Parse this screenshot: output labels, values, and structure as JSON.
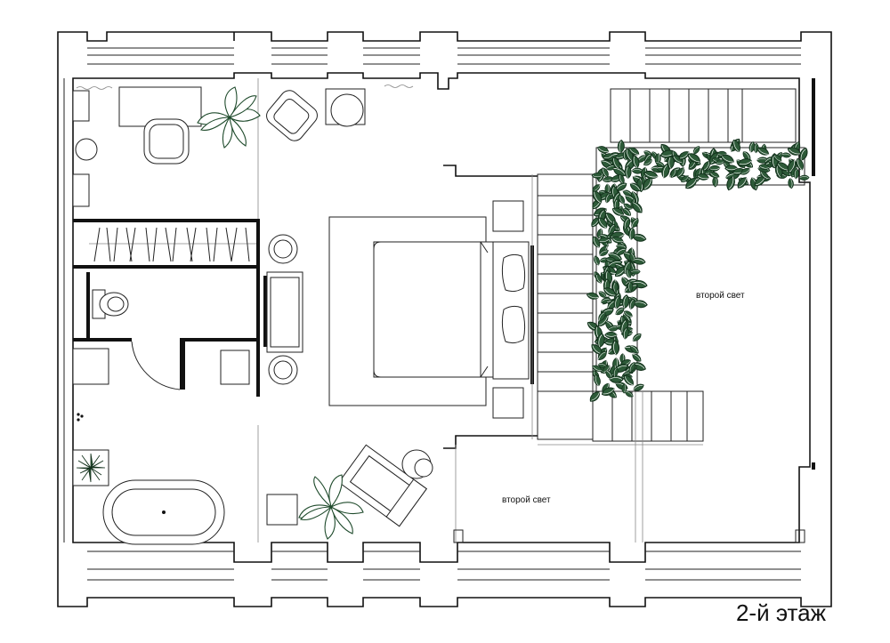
{
  "plan": {
    "floor_title": "2-й этаж",
    "labels": {
      "second_light_right": "второй свет",
      "second_light_bottom": "второй свет"
    }
  }
}
